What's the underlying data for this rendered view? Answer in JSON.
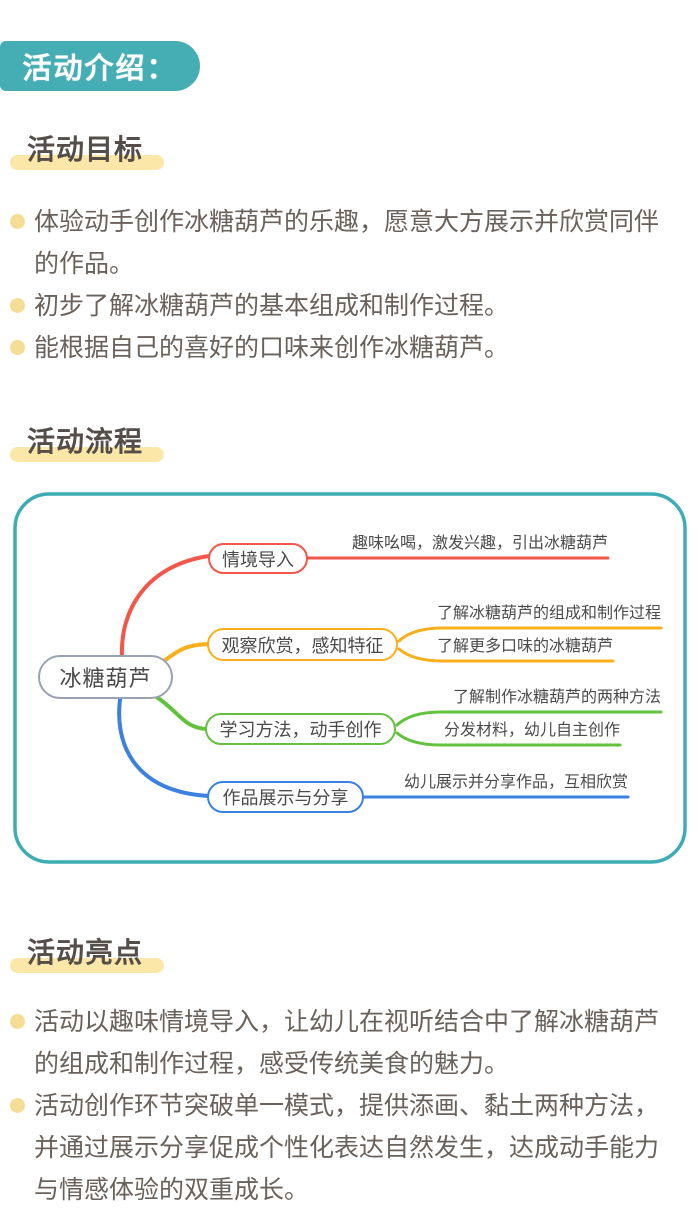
{
  "header": {
    "badge": "活动介绍："
  },
  "sections": {
    "goals": {
      "title": "活动目标",
      "bullets": [
        "体验动手创作冰糖葫芦的乐趣，愿意大方展示并欣赏同伴的作品。",
        "初步了解冰糖葫芦的基本组成和制作过程。",
        "能根据自己的喜好的口味来创作冰糖葫芦。"
      ]
    },
    "process": {
      "title": "活动流程"
    },
    "highlights": {
      "title": "活动亮点",
      "bullets": [
        "活动以趣味情境导入，让幼儿在视听结合中了解冰糖葫芦的组成和制作过程，感受传统美食的魅力。",
        "活动创作环节突破单一模式，提供添画、黏土两种方法，并通过展示分享促成个性化表达自然发生，达成动手能力与情感体验的双重成长。"
      ]
    }
  },
  "mindmap": {
    "root": "冰糖葫芦",
    "branches": [
      {
        "label": "情境导入",
        "color": "#F25749",
        "children": [
          "趣味吆喝，激发兴趣，引出冰糖葫芦"
        ]
      },
      {
        "label": "观察欣赏，感知特征",
        "color": "#F9AF1B",
        "children": [
          "了解冰糖葫芦的组成和制作过程",
          "了解更多口味的冰糖葫芦"
        ]
      },
      {
        "label": "学习方法，动手创作",
        "color": "#62C23D",
        "children": [
          "了解制作冰糖葫芦的两种方法",
          "分发材料，幼儿自主创作"
        ]
      },
      {
        "label": "作品展示与分享",
        "color": "#3A81E2",
        "children": [
          "幼儿展示并分享作品，互相欣赏"
        ]
      }
    ]
  },
  "colors": {
    "teal_badge": "#45ADB4",
    "map_border": "#3DADB5",
    "red": "#F25749",
    "orange": "#F9AF1B",
    "green": "#62C23D",
    "blue": "#3A81E2",
    "root_border": "#97A2B4",
    "title_highlight": "#FBE8A8",
    "bullet_dot": "#F6DD96",
    "title_text": "#554D49",
    "body_text": "#6B615B"
  }
}
